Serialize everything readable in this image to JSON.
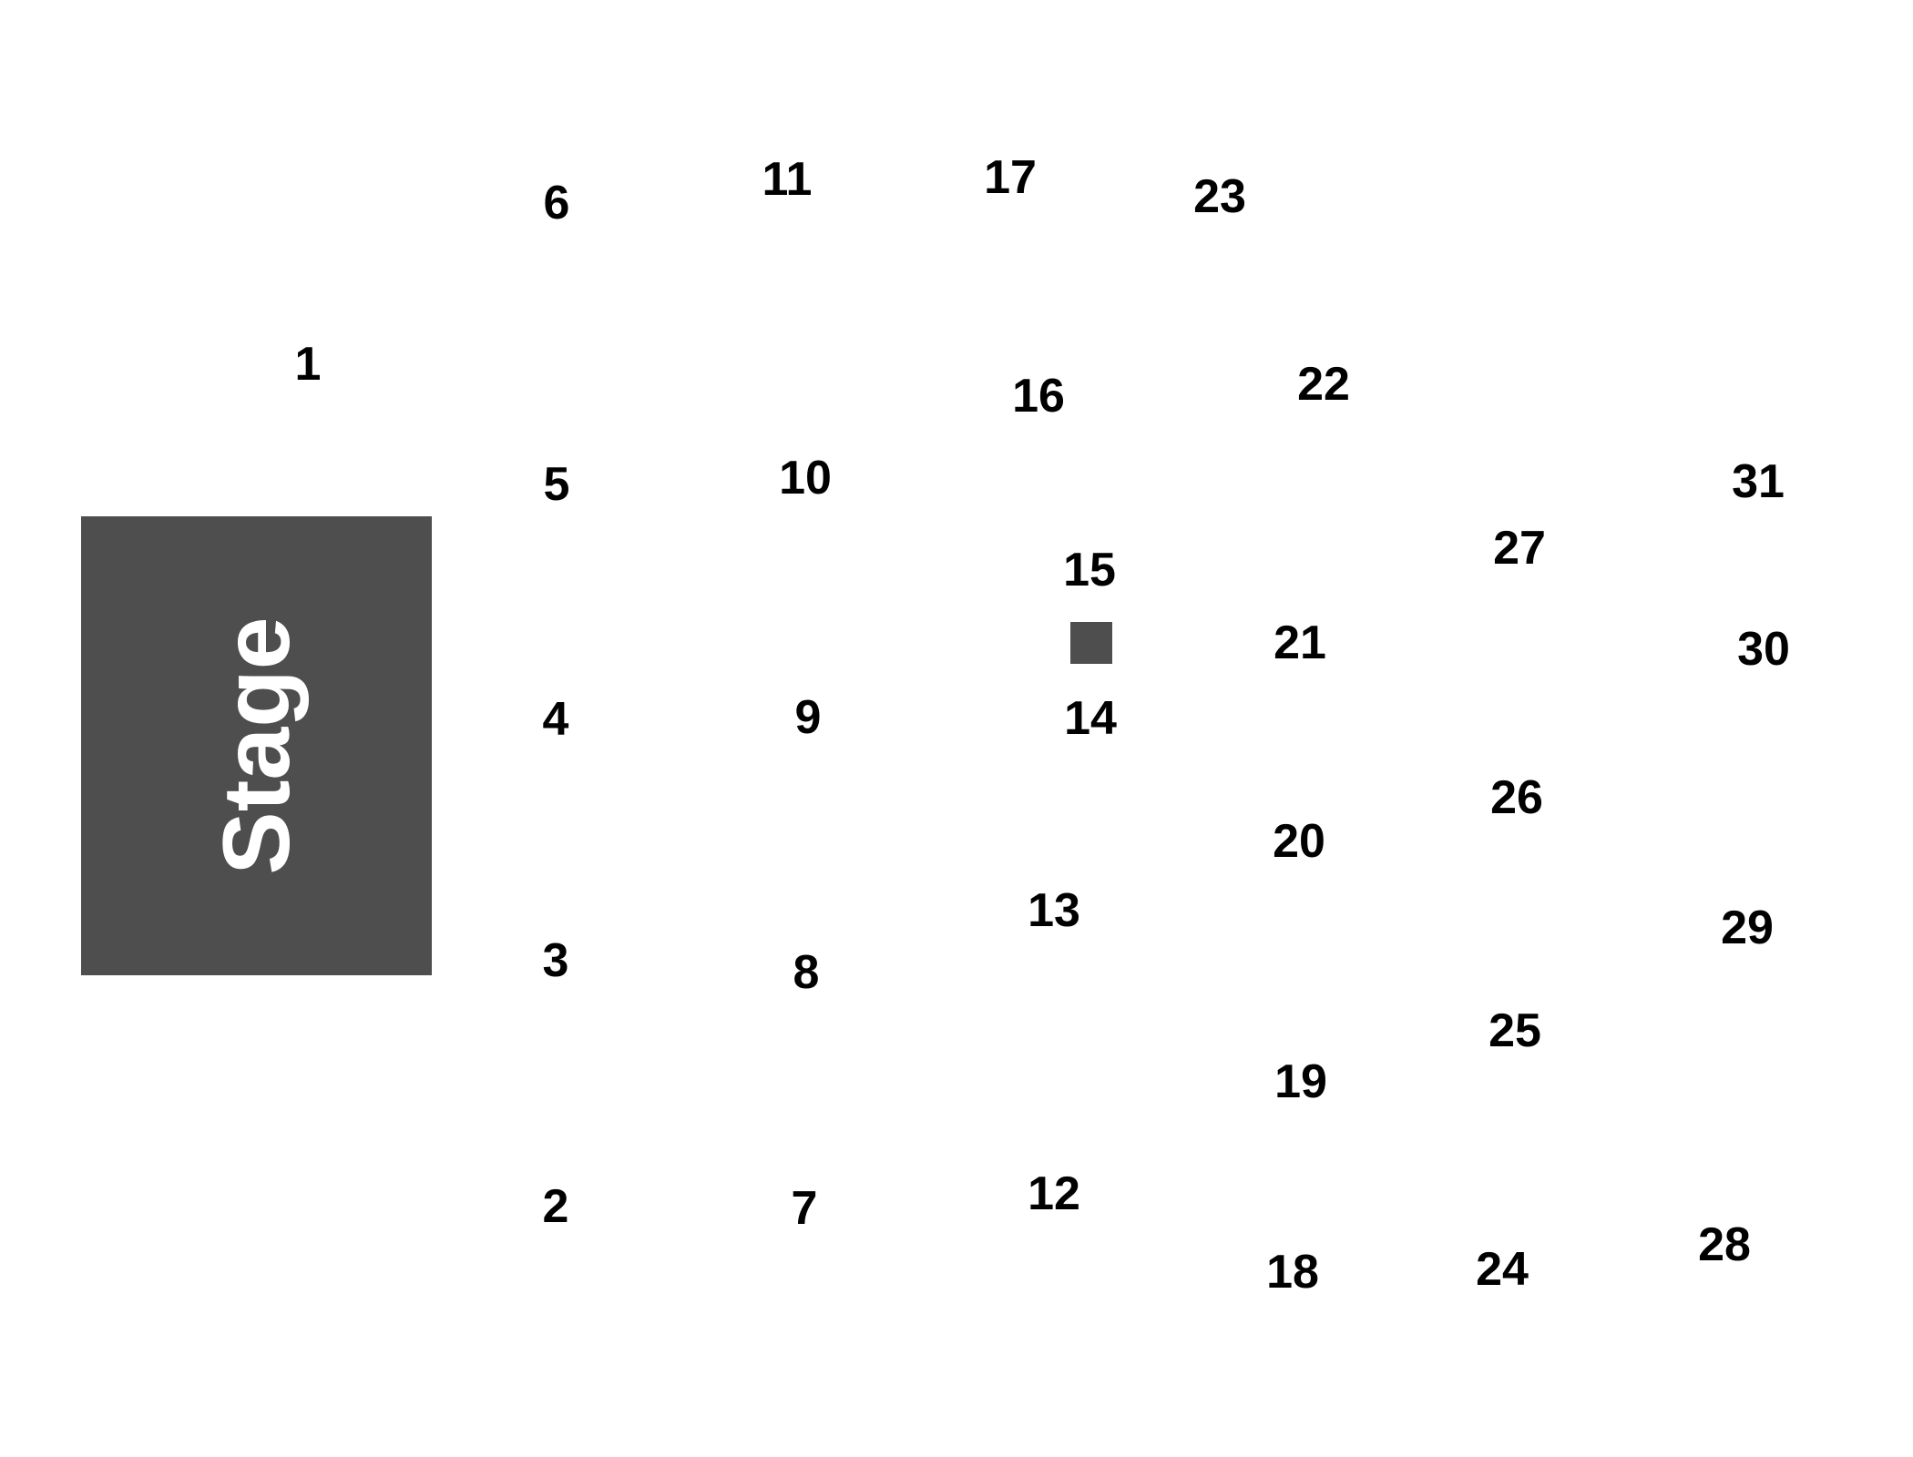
{
  "colors": {
    "background": "#ffffff",
    "stage_fill": "#4e4e4e",
    "marker_fill": "#4e4e4e",
    "label_text": "#000000",
    "stage_text": "#ffffff"
  },
  "stage": {
    "label": "Stage"
  },
  "sections": [
    "1",
    "2",
    "3",
    "4",
    "5",
    "6",
    "7",
    "8",
    "9",
    "10",
    "11",
    "12",
    "13",
    "14",
    "15",
    "16",
    "17",
    "18",
    "19",
    "20",
    "21",
    "22",
    "23",
    "24",
    "25",
    "26",
    "27",
    "28",
    "29",
    "30",
    "31"
  ]
}
